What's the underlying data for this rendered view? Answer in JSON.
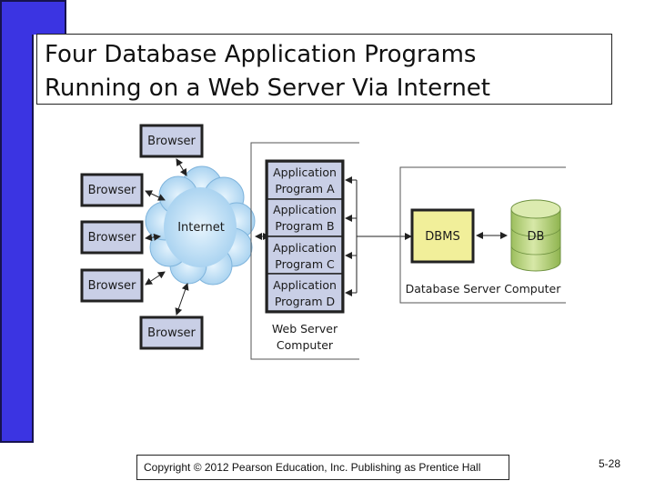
{
  "slide": {
    "title_lines": [
      "Four Database Application Programs",
      "Running on a Web Server Via Internet"
    ],
    "footer": "Copyright © 2012 Pearson Education, Inc. Publishing as Prentice Hall",
    "page_number": "5-28"
  },
  "diagram": {
    "browsers": [
      "Browser",
      "Browser",
      "Browser",
      "Browser",
      "Browser"
    ],
    "internet": "Internet",
    "apps": [
      [
        "Application",
        "Program A"
      ],
      [
        "Application",
        "Program B"
      ],
      [
        "Application",
        "Program C"
      ],
      [
        "Application",
        "Program D"
      ]
    ],
    "web_server_label": [
      "Web Server",
      "Computer"
    ],
    "dbms": "DBMS",
    "db": "DB",
    "db_server_label": "Database Server Computer"
  },
  "colors": {
    "left_bar": "#3b34e2",
    "box_fill": "#c9cfe6",
    "dbms_fill": "#f1ef9a",
    "db_fill": "#b9d27f",
    "cloud_fill": "#bfe0f5"
  }
}
